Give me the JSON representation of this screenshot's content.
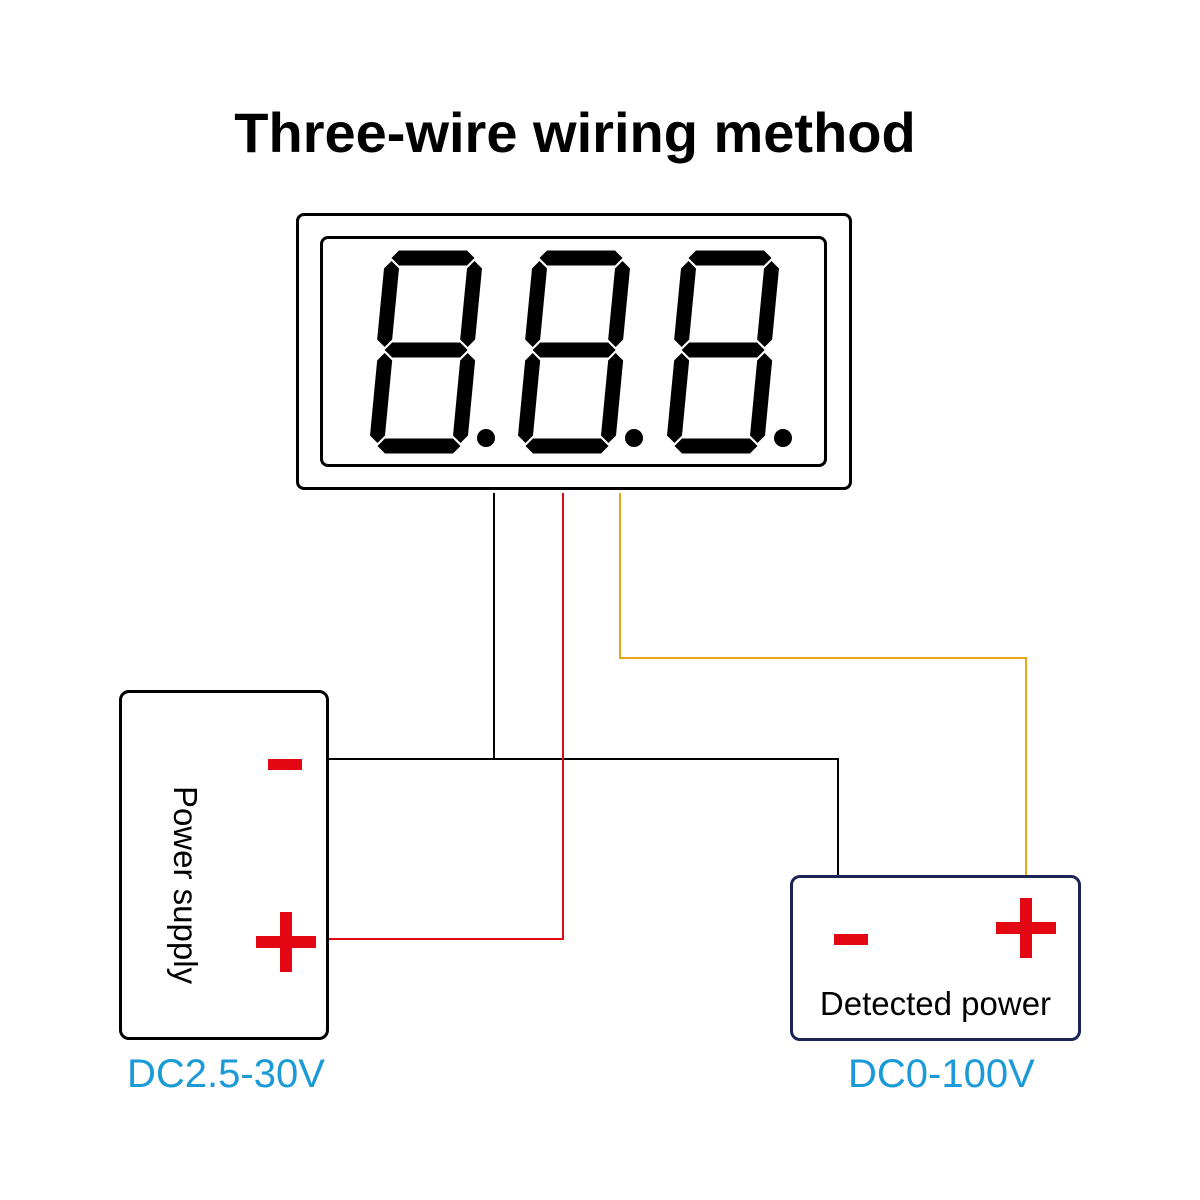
{
  "diagram": {
    "title": "Three-wire wiring method",
    "power_supply": {
      "label": "Power supply",
      "range": "DC2.5-30V",
      "terminals": [
        "-",
        "+"
      ]
    },
    "detected_power": {
      "label": "Detected power",
      "range": "DC0-100V",
      "terminals": [
        "-",
        "+"
      ]
    },
    "display": {
      "digits": 3,
      "reading": "8.8.8."
    },
    "colors": {
      "title": "#000000",
      "range_text": "#1a9ad6",
      "terminal_sign": "#e30613",
      "wire_black": "#000000",
      "wire_red": "#e30613",
      "wire_yellow": "#eaa417",
      "detected_border": "#1b2453"
    }
  }
}
